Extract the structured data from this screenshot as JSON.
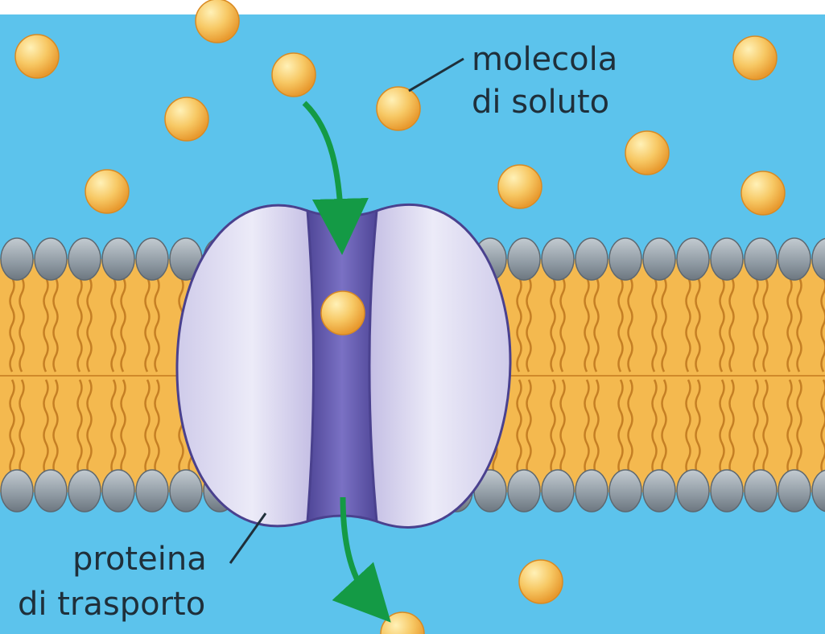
{
  "labels": {
    "solute_line1": "molecola",
    "solute_line2": "di soluto",
    "protein_line1": "proteina",
    "protein_line2": "di trasporto"
  },
  "colors": {
    "water": "#5cc3ec",
    "lipid_head": "#8e9aa3",
    "lipid_tail": "#f4b94f",
    "protein_body": "#d9d7f1",
    "protein_channel": "#6b62b2",
    "solute": "#f2b24d",
    "arrow": "#149a45"
  }
}
